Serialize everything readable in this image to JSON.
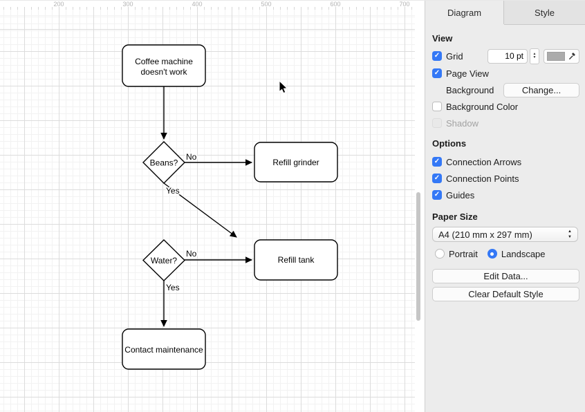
{
  "colors": {
    "accent": "#3478f6",
    "grid_swatch": "#ababab"
  },
  "icons": {
    "check": "✓",
    "up": "▲",
    "down": "▼"
  },
  "tabs": {
    "diagram": "Diagram",
    "style": "Style"
  },
  "view": {
    "header": "View",
    "grid_label": "Grid",
    "grid_size": "10 pt",
    "page_view_label": "Page View",
    "background_label": "Background",
    "background_change": "Change...",
    "background_color_label": "Background Color",
    "shadow_label": "Shadow"
  },
  "options": {
    "header": "Options",
    "connection_arrows": "Connection Arrows",
    "connection_points": "Connection Points",
    "guides": "Guides"
  },
  "paper": {
    "header": "Paper Size",
    "size": "A4 (210 mm x 297 mm)",
    "portrait": "Portrait",
    "landscape": "Landscape"
  },
  "actions": {
    "edit_data": "Edit Data...",
    "clear_default_style": "Clear Default Style"
  },
  "ruler": {
    "labels": [
      "200",
      "300",
      "400",
      "500",
      "600",
      "700"
    ]
  },
  "flowchart": {
    "start_line1": "Coffee machine",
    "start_line2": "doesn't work",
    "beans": "Beans?",
    "refill_grinder": "Refill grinder",
    "water": "Water?",
    "refill_tank": "Refill tank",
    "contact": "Contact maintenance",
    "beans_no": "No",
    "beans_yes": "Yes",
    "water_no": "No",
    "water_yes": "Yes"
  }
}
